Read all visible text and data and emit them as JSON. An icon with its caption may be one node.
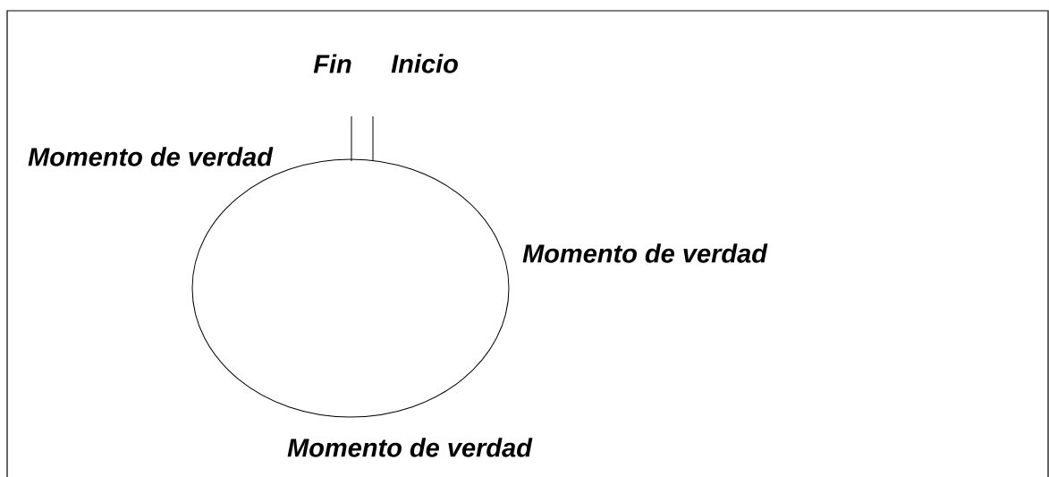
{
  "diagram": {
    "nodes": [
      {
        "text": [],
        "shape": "ellipse"
      }
    ],
    "labels": [
      "Fin",
      "Inicio",
      "Momento de verdad",
      "Momento de verdad",
      "Momento de verdad"
    ]
  }
}
